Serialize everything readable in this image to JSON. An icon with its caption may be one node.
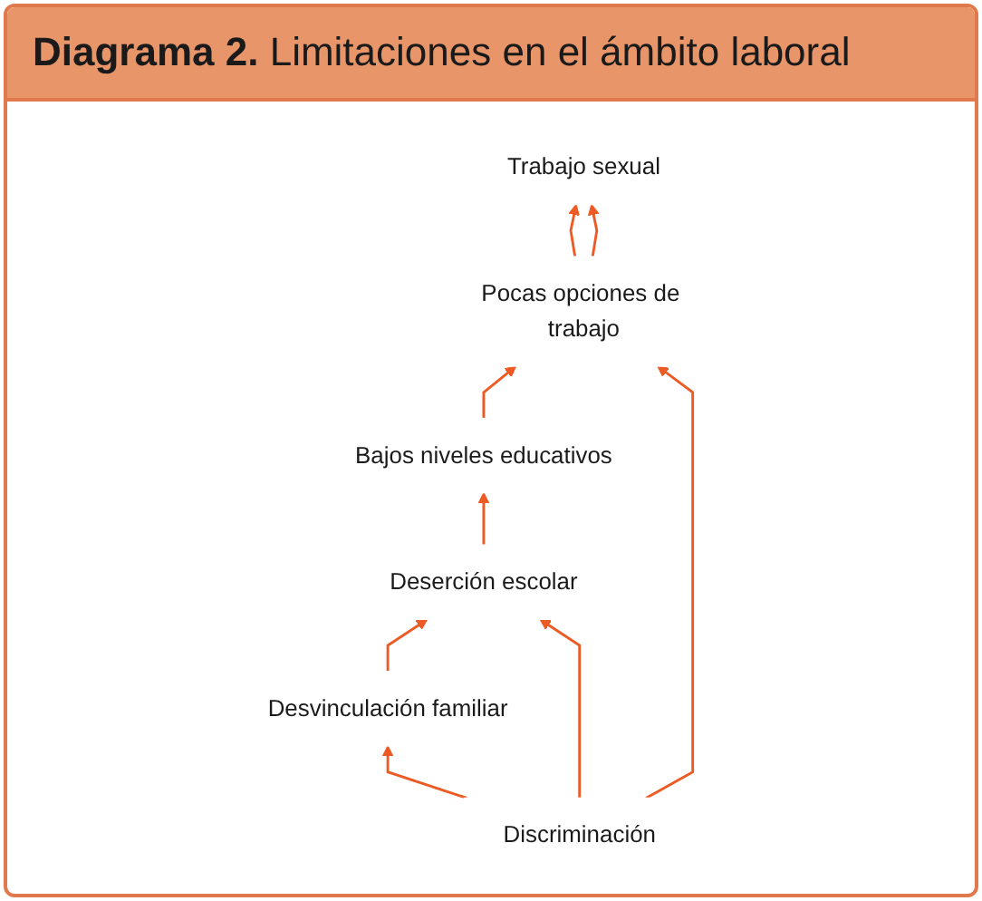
{
  "diagram": {
    "title": "**Diagrama 2.** Limitaciones en el ámbito laboral",
    "nodes": [
      {
        "text": [
          "Trabajo sexual"
        ]
      },
      {
        "text": [
          "Pocas opciones de trabajo"
        ]
      },
      {
        "text": [
          "Bajos niveles educativos"
        ]
      },
      {
        "text": [
          "Deserción escolar"
        ]
      },
      {
        "text": [
          "Desvinculación familiar"
        ]
      },
      {
        "text": [
          "Discriminación"
        ]
      }
    ],
    "edges": [
      {
        "from": 1,
        "to": 0,
        "arrow": "to"
      },
      {
        "from": 1,
        "to": 0,
        "arrow": "to"
      },
      {
        "from": 2,
        "to": 1,
        "arrow": "to"
      },
      {
        "from": 3,
        "to": 2,
        "arrow": "to"
      },
      {
        "from": 4,
        "to": 3,
        "arrow": "to"
      },
      {
        "from": 5,
        "to": 1,
        "arrow": "to"
      },
      {
        "from": 5,
        "to": 3,
        "arrow": "to"
      },
      {
        "from": 5,
        "to": 4,
        "arrow": "to"
      }
    ]
  }
}
